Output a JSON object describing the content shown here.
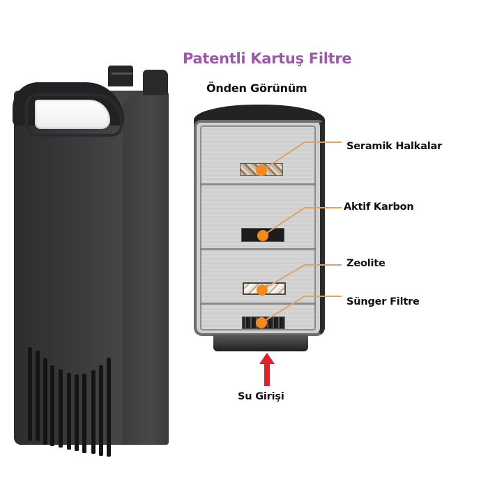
{
  "header": {
    "title": "Patentli Kartuş Filtre",
    "subtitle": "Önden Görünüm"
  },
  "cartridge": {
    "layers": [
      {
        "label": "Seramik Halkalar",
        "media": "ceramic-rings"
      },
      {
        "label": "Aktif Karbon",
        "media": "activated-carbon"
      },
      {
        "label": "Zeolite",
        "media": "zeolite"
      },
      {
        "label": "Sünger Filtre",
        "media": "sponge-filter"
      }
    ],
    "inlet_label": "Su Girişi"
  },
  "colors": {
    "title": "#9b59a8",
    "marker": "#f4891f",
    "leader_line": "#d9a46b",
    "inlet_arrow": "#e0202a",
    "device_body": "#3a3a3c"
  },
  "icons": {
    "marker": "orange-dot-icon",
    "inlet": "up-arrow-icon"
  }
}
